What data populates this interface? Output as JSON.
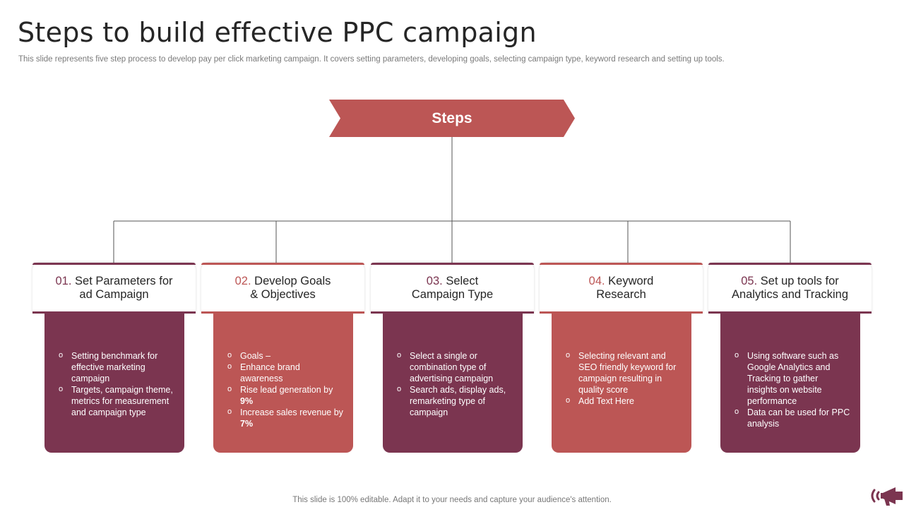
{
  "title": "Steps to build effective PPC campaign",
  "subtitle": "This slide represents five step process to develop pay per click marketing campaign. It covers setting parameters, developing goals, selecting campaign type, keyword research and setting up tools.",
  "root_label": "Steps",
  "colors": {
    "dark": "#7b3550",
    "red": "#bc5655"
  },
  "steps": [
    {
      "number": "01.",
      "title_line1": " Set Parameters for",
      "title_line2": "ad Campaign",
      "bullets": [
        "Setting benchmark for effective  marketing campaign",
        "Targets, campaign theme, metrics for measurement and campaign type"
      ]
    },
    {
      "number": "02.",
      "title_line1": " Develop Goals",
      "title_line2": "& Objectives",
      "bullets": [
        "Goals –",
        "Enhance brand awareness",
        "Rise lead generation  by",
        "9%",
        "Increase sales revenue by",
        "7%"
      ]
    },
    {
      "number": "03.",
      "title_line1": " Select",
      "title_line2": "Campaign Type",
      "bullets": [
        "Select a single or combination type of advertising  campaign",
        "Search ads, display ads, remarketing type of campaign"
      ]
    },
    {
      "number": "04.",
      "title_line1": " Keyword",
      "title_line2": "Research",
      "bullets": [
        "Selecting relevant  and SEO friendly keyword for campaign resulting in quality score",
        "Add Text Here"
      ]
    },
    {
      "number": "05.",
      "title_line1": " Set up tools for",
      "title_line2": "Analytics and Tracking",
      "bullets": [
        "Using software such as Google Analytics and Tracking to gather insights on website performance",
        "Data can be used for PPC analysis"
      ]
    }
  ],
  "footer": "This slide is 100% editable. Adapt it to your needs and capture your audience's attention.",
  "logo_icon": "megaphone-icon"
}
